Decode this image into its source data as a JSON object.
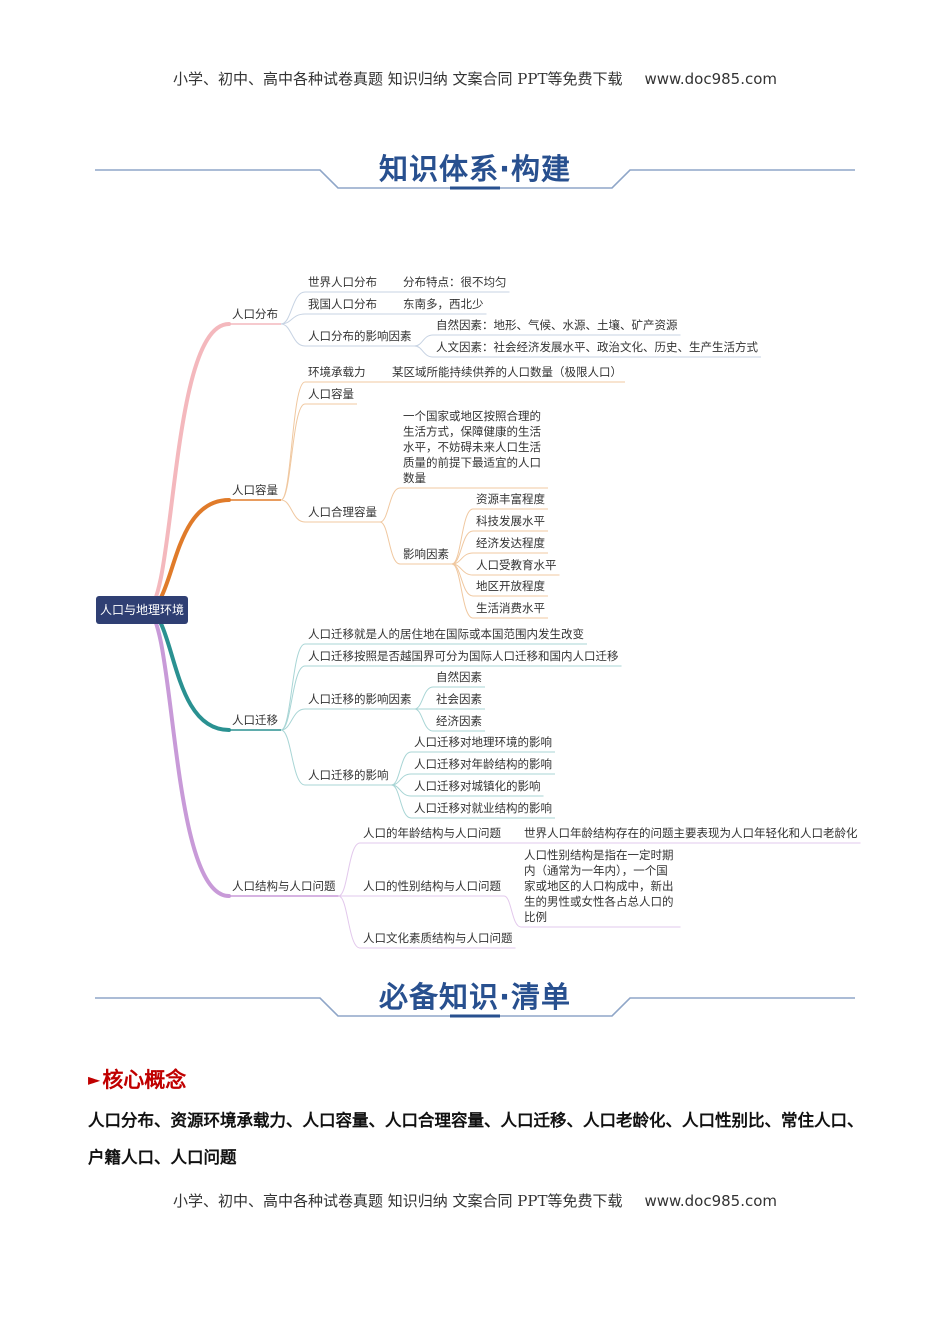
{
  "header": {
    "text": "小学、初中、高中各种试卷真题  知识归纳  文案合同  PPT等免费下载",
    "site": "www.doc985.com"
  },
  "footer": {
    "text": "小学、初中、高中各种试卷真题  知识归纳  文案合同  PPT等免费下载",
    "site": "www.doc985.com"
  },
  "banner1": {
    "title": "知识体系·构建"
  },
  "banner2": {
    "title": "必备知识·清单"
  },
  "colors": {
    "banner": "#28508f",
    "banner_line": "#8fa6c8",
    "root_fill": "#2f3f73",
    "branch_pink": "#f4b8bd",
    "branch_orange": "#e07b2a",
    "branch_teal": "#2a9191",
    "branch_violet": "#c89ad8",
    "sub_line": "#c7d3e3",
    "core_title": "#c00000"
  },
  "mindmap": {
    "root": "人口与地理环境",
    "branches": [
      {
        "label": "人口分布",
        "children": [
          {
            "label": "世界人口分布",
            "children": [
              {
                "label": "分布特点：很不均匀"
              }
            ]
          },
          {
            "label": "我国人口分布",
            "children": [
              {
                "label": "东南多，西北少"
              }
            ]
          },
          {
            "label": "人口分布的影响因素",
            "children": [
              {
                "label": "自然因素：地形、气候、水源、土壤、矿产资源"
              },
              {
                "label": "人文因素：社会经济发展水平、政治文化、历史、生产生活方式"
              }
            ]
          }
        ]
      },
      {
        "label": "人口容量",
        "children": [
          {
            "label": "环境承载力",
            "children": [
              {
                "label": "某区域所能持续供养的人口数量（极限人口）"
              }
            ]
          },
          {
            "label": "人口容量"
          },
          {
            "label": "人口合理容量",
            "children": [
              {
                "lines": [
                  "一个国家或地区按照合理的",
                  "生活方式，保障健康的生活",
                  "水平，不妨碍未来人口生活",
                  "质量的前提下最适宜的人口",
                  "数量"
                ]
              },
              {
                "label": "影响因素",
                "children": [
                  {
                    "label": "资源丰富程度"
                  },
                  {
                    "label": "科技发展水平"
                  },
                  {
                    "label": "经济发达程度"
                  },
                  {
                    "label": "人口受教育水平"
                  },
                  {
                    "label": "地区开放程度"
                  },
                  {
                    "label": "生活消费水平"
                  }
                ]
              }
            ]
          }
        ]
      },
      {
        "label": "人口迁移",
        "children": [
          {
            "label": "人口迁移就是人的居住地在国际或本国范围内发生改变"
          },
          {
            "label": "人口迁移按照是否越国界可分为国际人口迁移和国内人口迁移"
          },
          {
            "label": "人口迁移的影响因素",
            "children": [
              {
                "label": "自然因素"
              },
              {
                "label": "社会因素"
              },
              {
                "label": "经济因素"
              }
            ]
          },
          {
            "label": "人口迁移的影响",
            "children": [
              {
                "label": "人口迁移对地理环境的影响"
              },
              {
                "label": "人口迁移对年龄结构的影响"
              },
              {
                "label": "人口迁移对城镇化的影响"
              },
              {
                "label": "人口迁移对就业结构的影响"
              }
            ]
          }
        ]
      },
      {
        "label": "人口结构与人口问题",
        "children": [
          {
            "label": "人口的年龄结构与人口问题",
            "children": [
              {
                "label": "世界人口年龄结构存在的问题主要表现为人口年轻化和人口老龄化"
              }
            ]
          },
          {
            "label": "人口的性别结构与人口问题",
            "children": [
              {
                "lines": [
                  "人口性别结构是指在一定时期",
                  "内（通常为一年内），一个国",
                  "家或地区的人口构成中，新出",
                  "生的男性或女性各占总人口的",
                  "比例"
                ]
              }
            ]
          },
          {
            "label": "人口文化素质结构与人口问题"
          }
        ]
      }
    ]
  },
  "core": {
    "marker": "►",
    "title": "核心概念",
    "text": "人口分布、资源环境承载力、人口容量、人口合理容量、人口迁移、人口老龄化、人口性别比、常住人口、户籍人口、人口问题"
  }
}
